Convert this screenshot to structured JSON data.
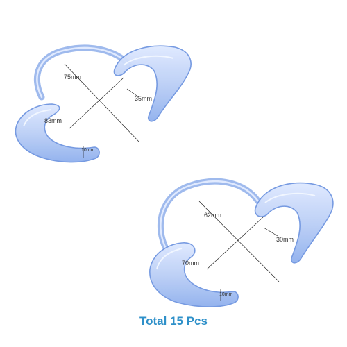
{
  "colors": {
    "background": "#ffffff",
    "plastic_fill": "#b9cef5",
    "plastic_edge": "#6f95e0",
    "plastic_highlight": "#e9f0ff",
    "dimension_line": "#222222",
    "caption": "#2e90c9"
  },
  "top_retractor": {
    "dims": {
      "width_a": "75mm",
      "width_b": "35mm",
      "span": "83mm",
      "thickness": "10mm"
    }
  },
  "bottom_retractor": {
    "dims": {
      "width_a": "62mm",
      "width_b": "30mm",
      "span": "70mm",
      "thickness": "10mm"
    }
  },
  "caption": {
    "text": "Total 15 Pcs"
  }
}
